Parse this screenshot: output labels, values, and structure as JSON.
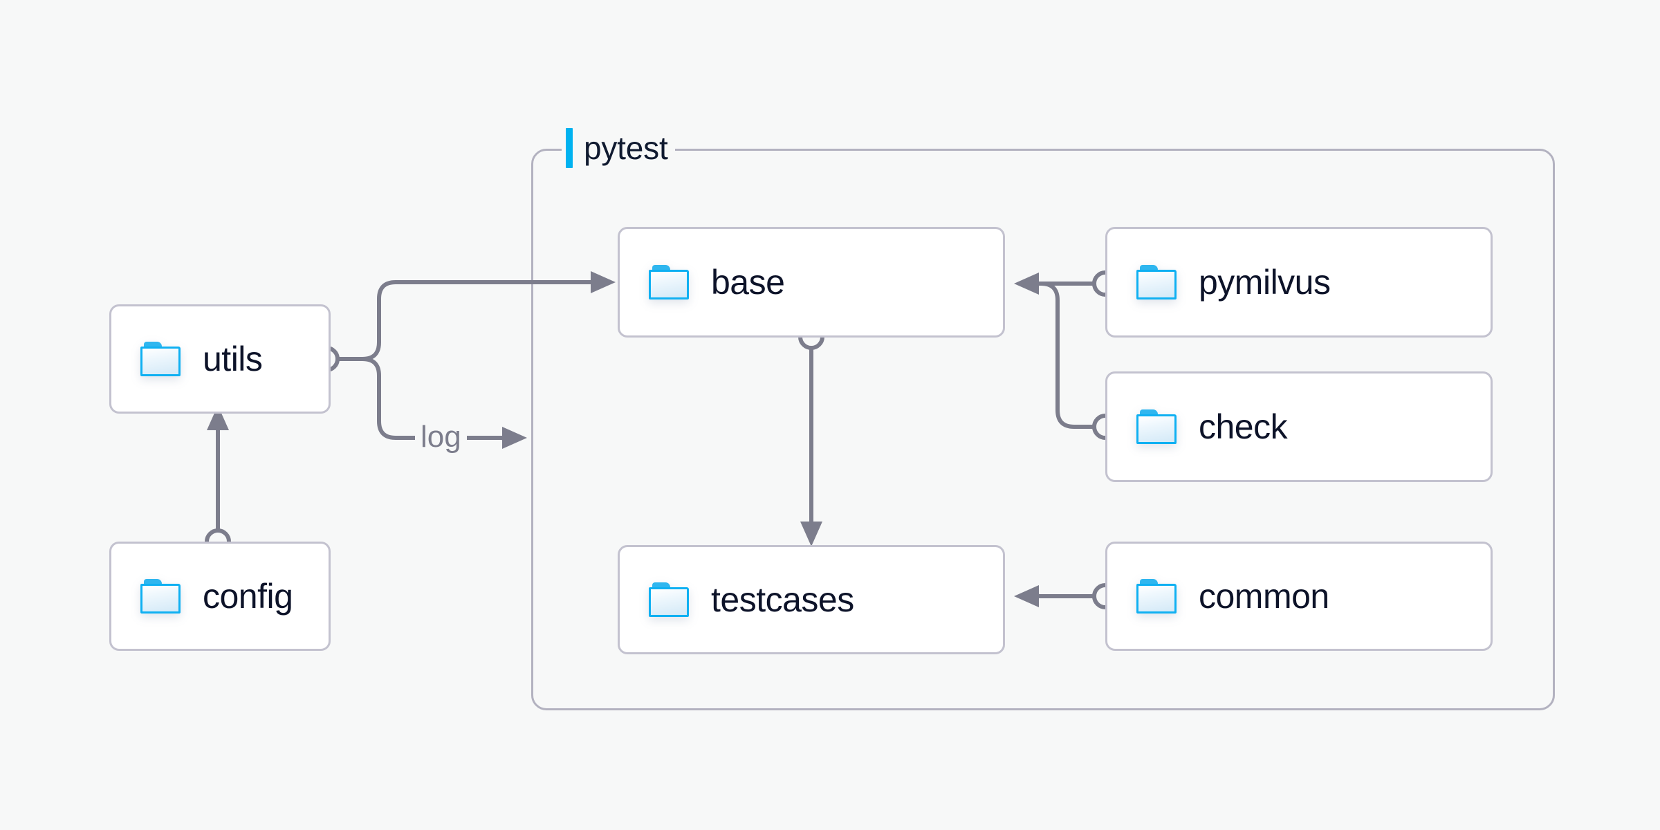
{
  "diagram": {
    "background_color": "#f7f8f8",
    "accent_color": "#00b2f0",
    "node_border_color": "#c3c2cf",
    "edge_color": "#7c7d8c",
    "text_color": "#0d1329"
  },
  "group": {
    "title": "pytest",
    "marker": "accent-bar"
  },
  "nodes": [
    {
      "id": "utils",
      "label": "utils",
      "icon": "folder-icon"
    },
    {
      "id": "config",
      "label": "config",
      "icon": "folder-icon"
    },
    {
      "id": "base",
      "label": "base",
      "icon": "folder-icon"
    },
    {
      "id": "testcases",
      "label": "testcases",
      "icon": "folder-icon"
    },
    {
      "id": "pymilvus",
      "label": "pymilvus",
      "icon": "folder-icon"
    },
    {
      "id": "check",
      "label": "check",
      "icon": "folder-icon"
    },
    {
      "id": "common",
      "label": "common",
      "icon": "folder-icon"
    }
  ],
  "edges": [
    {
      "id": "config-to-utils",
      "from": "config",
      "to": "utils",
      "label": ""
    },
    {
      "id": "utils-to-base",
      "from": "utils",
      "to": "base",
      "label": ""
    },
    {
      "id": "utils-to-log",
      "from": "utils",
      "to": "pytest",
      "label": "log"
    },
    {
      "id": "base-to-testcases",
      "from": "base",
      "to": "testcases",
      "label": ""
    },
    {
      "id": "pymilvus-to-base",
      "from": "pymilvus",
      "to": "base",
      "label": ""
    },
    {
      "id": "check-to-base",
      "from": "check",
      "to": "base",
      "label": ""
    },
    {
      "id": "common-to-testcases",
      "from": "common",
      "to": "testcases",
      "label": ""
    }
  ],
  "labels": {
    "log": "log"
  }
}
